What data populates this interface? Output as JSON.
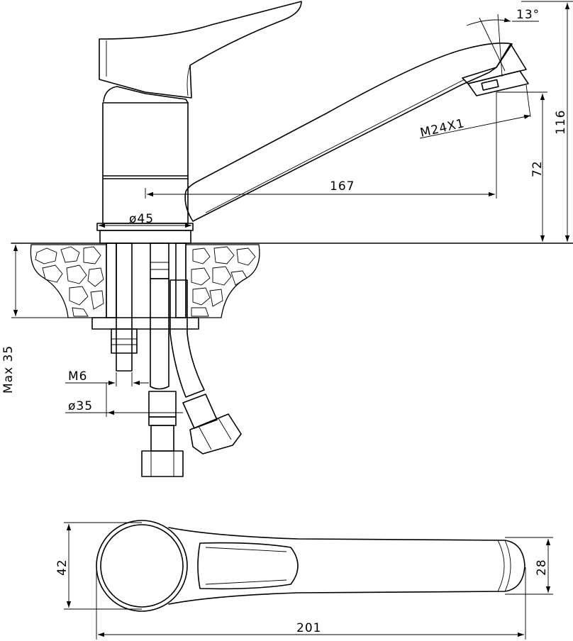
{
  "dimensions": {
    "angle": "13°",
    "thread_aerator": "M24X1",
    "total_height": "116",
    "spout_height": "72",
    "spout_reach": "167",
    "body_diameter": "ø45",
    "max_thickness": "Max 35",
    "stud_thread": "M6",
    "base_diameter": "ø35",
    "handle_diameter": "42",
    "spout_width": "28",
    "total_length": "201"
  }
}
